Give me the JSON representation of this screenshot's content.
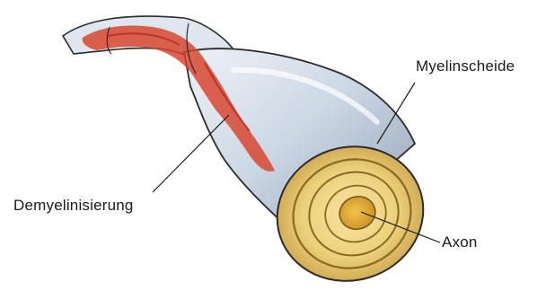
{
  "labels": {
    "myelinscheide": "Myelinscheide",
    "demyelinisierung": "Demyelinisierung",
    "axon": "Axon"
  },
  "colors": {
    "sheath": "#cfd9e6",
    "sheath_shadow": "#8f9fb4",
    "lesion": "#d8412a",
    "cross_section": "#e9c96a",
    "axon_core": "#d6a22a",
    "outline": "#2b2b2b"
  }
}
